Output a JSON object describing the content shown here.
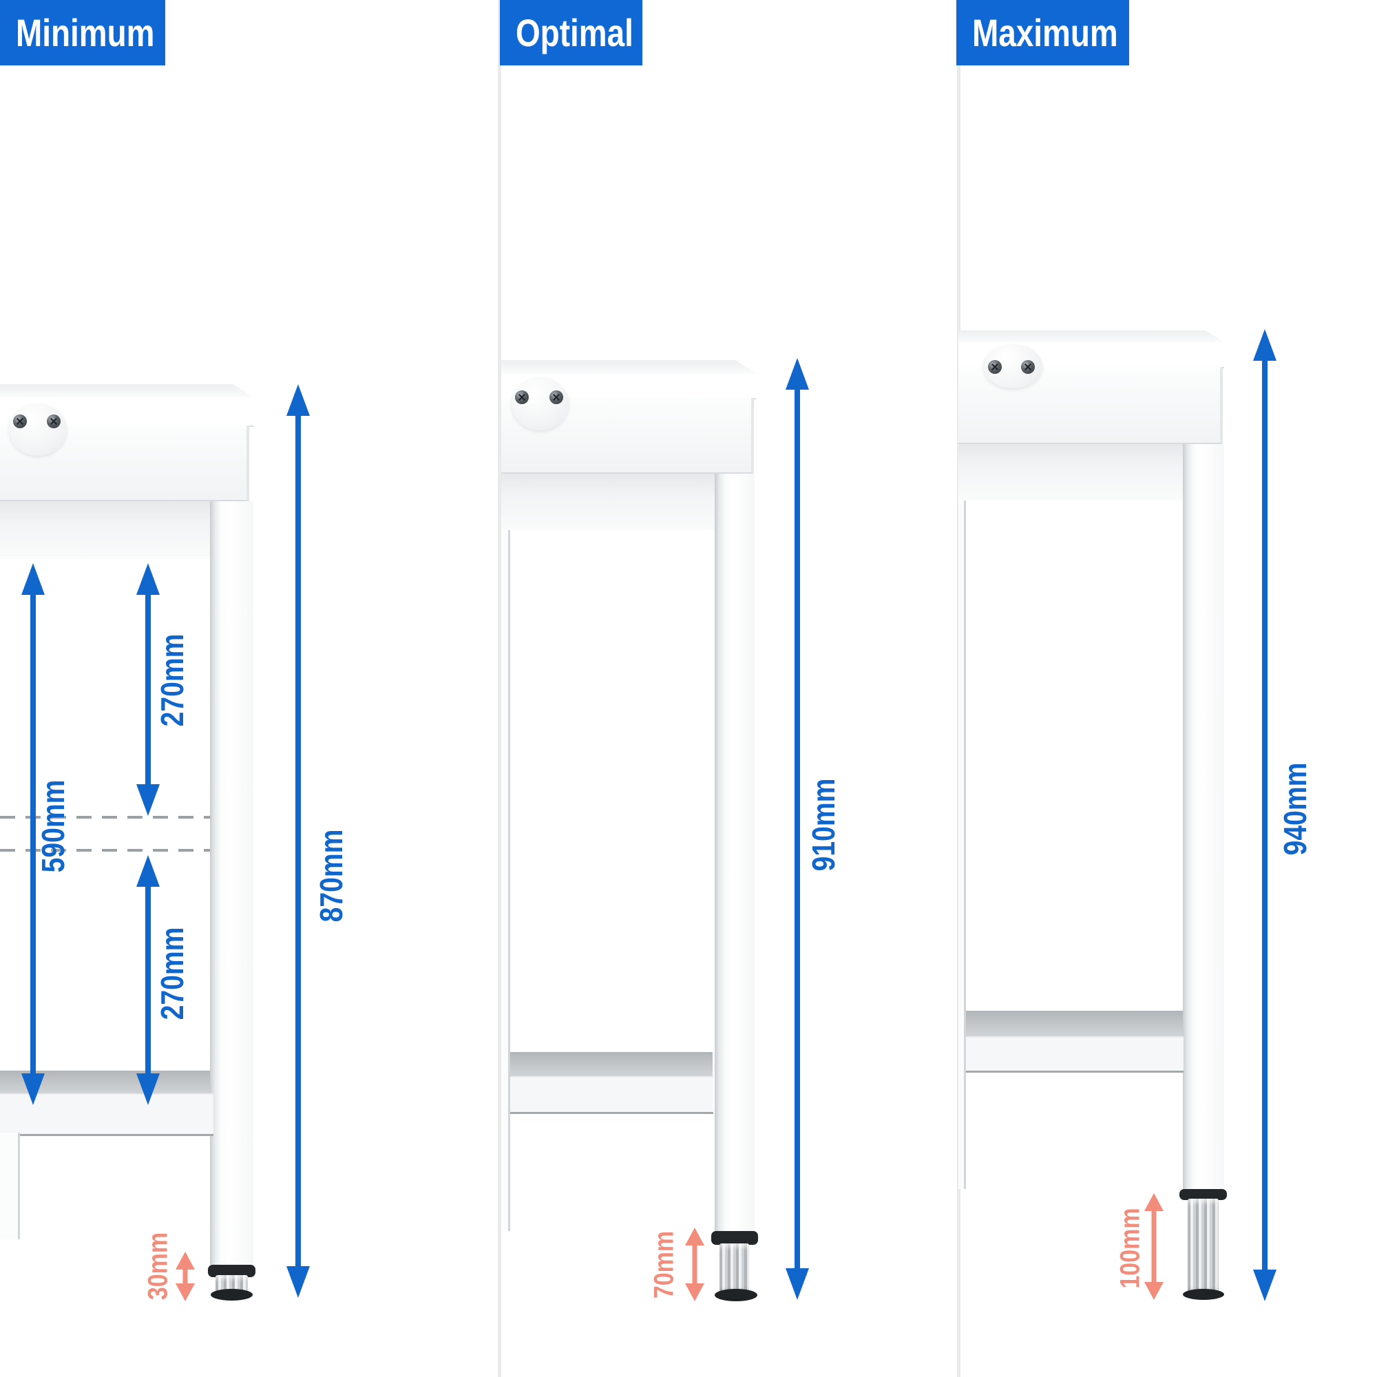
{
  "panels": [
    {
      "title": "Minimum",
      "total_height_label": "870mm",
      "foot_range_label": "30mm",
      "inner_top_label": "270mm",
      "inner_span_label": "590mm",
      "inner_bottom_label": "270mm"
    },
    {
      "title": "Optimal",
      "total_height_label": "910mm",
      "foot_range_label": "70mm"
    },
    {
      "title": "Maximum",
      "total_height_label": "940mm",
      "foot_range_label": "100mm"
    }
  ],
  "colors": {
    "header_blue": "#1068d4",
    "dimension_blue": "#1166cb",
    "adjust_red": "#f28d7b",
    "dash_gray": "#9ba0a4"
  }
}
